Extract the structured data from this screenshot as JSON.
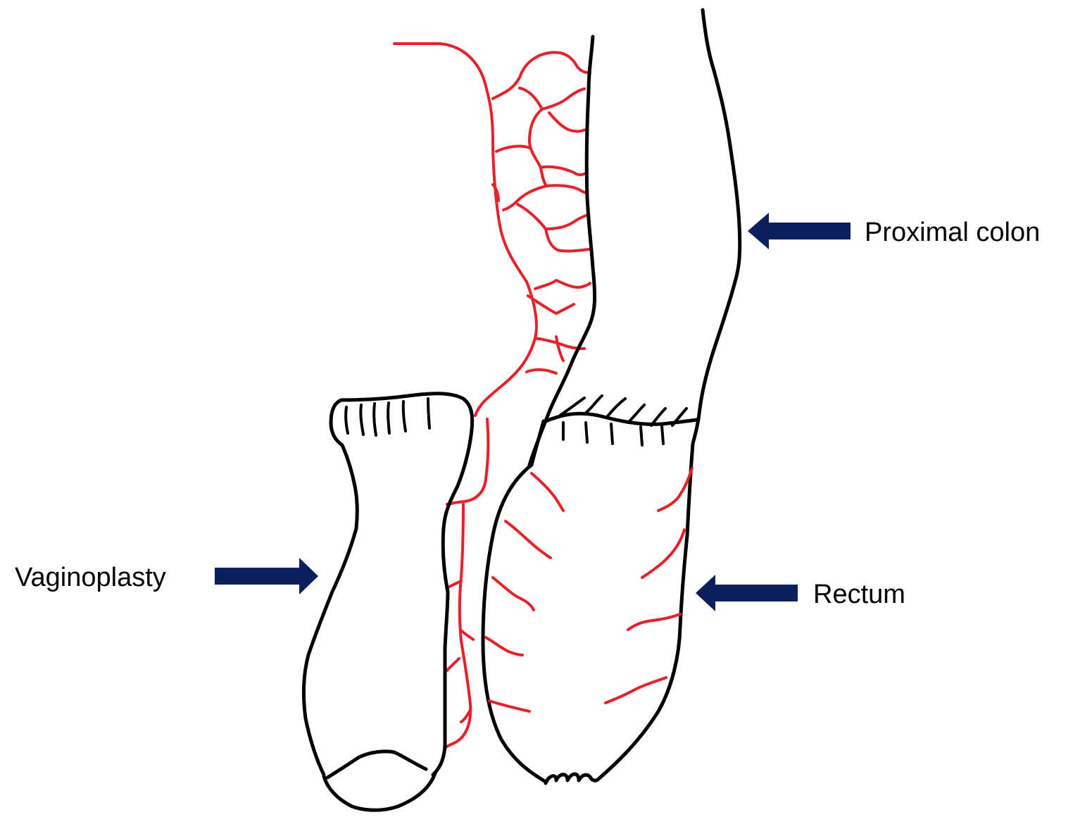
{
  "labels": {
    "proximal_colon": "Proximal colon",
    "vaginoplasty": "Vaginoplasty",
    "rectum": "Rectum"
  },
  "colors": {
    "outline": "#000000",
    "vessels": "#e8202a",
    "arrows": "#0a1f5c",
    "background": "#ffffff"
  }
}
